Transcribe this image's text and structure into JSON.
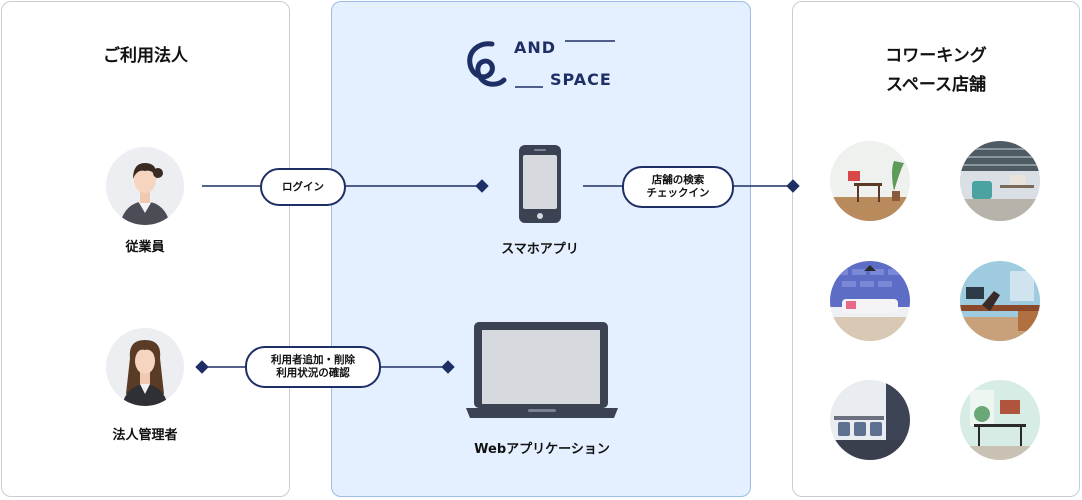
{
  "panels": {
    "left_title": "ご利用法人",
    "right_title_line1": "コワーキング",
    "right_title_line2": "スペース店舗"
  },
  "logo": {
    "word1": "AND",
    "word2": "SPACE"
  },
  "actors": {
    "employee": "従業員",
    "admin": "法人管理者"
  },
  "devices": {
    "phone": "スマホアプリ",
    "laptop": "Webアプリケーション"
  },
  "connections": {
    "login": "ログイン",
    "search_line1": "店舗の検索",
    "search_line2": "チェックイン",
    "admin_line1": "利用者追加・削除",
    "admin_line2": "利用状況の確認"
  },
  "colors": {
    "line": "#1e2f66",
    "center_bg": "#e4efff"
  },
  "icons": [
    "employee-avatar",
    "admin-avatar",
    "smartphone-icon",
    "laptop-icon",
    "logo-mark"
  ]
}
